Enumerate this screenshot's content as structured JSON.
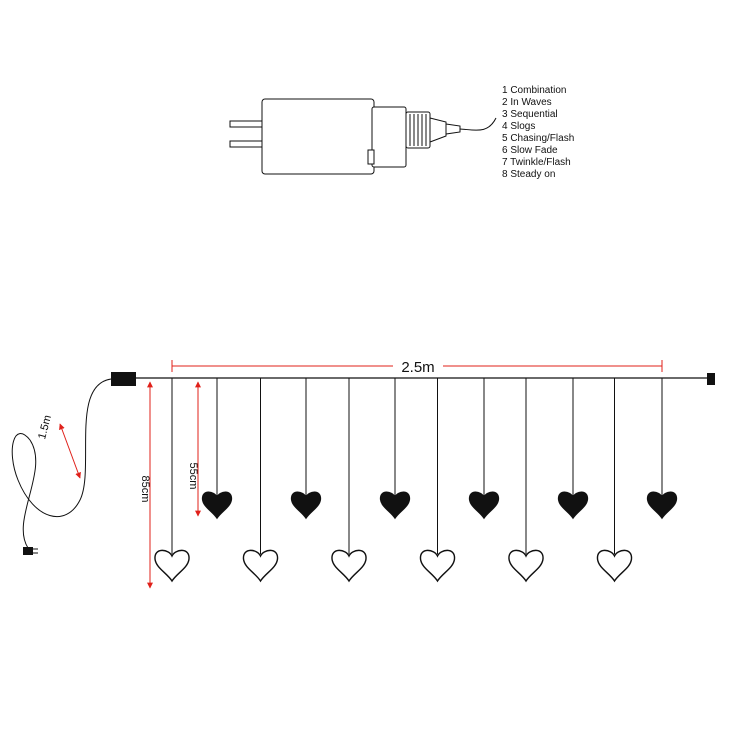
{
  "controller": {
    "modes": [
      "1 Combination",
      "2 In Waves",
      "3 Sequential",
      "4 Slogs",
      "5 Chasing/Flash",
      "6 Slow Fade",
      "7 Twinkle/Flash",
      "8 Steady on"
    ]
  },
  "dimensions": {
    "width_label": "2.5m",
    "cable_label": "1.5m",
    "long_drop_label": "85cm",
    "short_drop_label": "55cm"
  },
  "colors": {
    "line": "#111111",
    "dimension": "#e0201a"
  },
  "icons": {
    "plug": "power-adapter-icon",
    "filled_heart": "heart-filled-icon",
    "outline_heart": "heart-outline-icon"
  },
  "strands": {
    "short_filled_count": 6,
    "long_outline_count": 6
  }
}
